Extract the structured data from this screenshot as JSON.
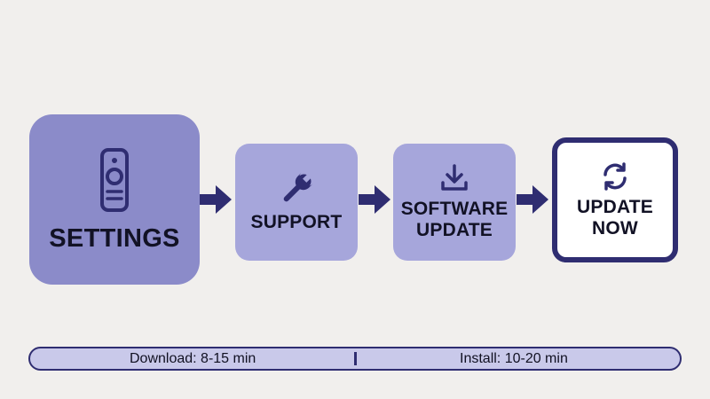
{
  "steps": {
    "settings": {
      "label": "SETTINGS",
      "icon": "remote-control-icon"
    },
    "support": {
      "label": "SUPPORT",
      "icon": "wrench-icon"
    },
    "software_update": {
      "line1": "SOFTWARE",
      "line2": "UPDATE",
      "icon": "download-icon"
    },
    "update_now": {
      "line1": "UPDATE",
      "line2": "NOW",
      "icon": "refresh-icon"
    }
  },
  "timeline": {
    "download": "Download: 8-15 min",
    "install": "Install: 10-20 min"
  },
  "colors": {
    "accent": "#2f2d71",
    "settings_fill": "#8b8bc9",
    "step_fill": "#a6a6db",
    "timeline_fill": "#c9c9ea",
    "background": "#f1efed"
  }
}
